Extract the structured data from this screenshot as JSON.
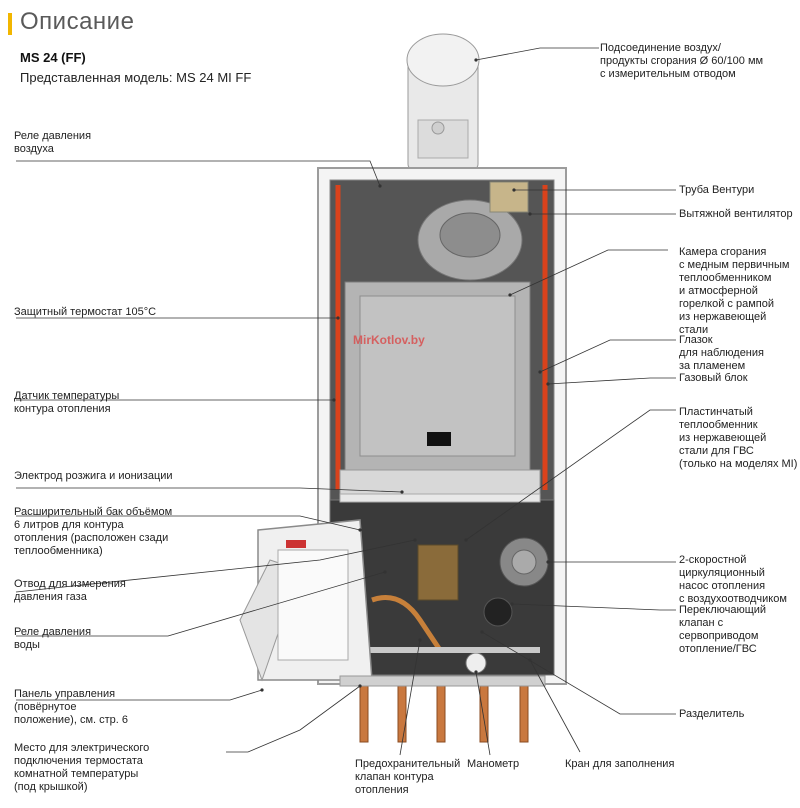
{
  "header": {
    "title": "Описание",
    "model": "MS 24 (FF)",
    "submodel": "Представленная модель: MS 24 MI FF",
    "accent_color": "#f2b600"
  },
  "watermark": "MirKotlov.by",
  "labels": {
    "flue": "Подсоединение воздух/\nпродукты сгорания Ø 60/100 мм\nс измерительным отводом",
    "air_pressure_relay": "Реле давления\nвоздуха",
    "venturi": "Труба Вентури",
    "exhaust_fan": "Вытяжной вентилятор",
    "combustion_chamber": "Камера сгорания\nс медным первичным\nтеплообменником\nи атмосферной\nгорелкой с рампой\nиз нержавеющей\nстали",
    "safety_thermostat": "Защитный термостат 105°C",
    "peephole": "Глазок\nдля наблюдения\nза пламенем",
    "gas_block": "Газовый блок",
    "heating_temp_sensor": "Датчик температуры\nконтура отопления",
    "plate_exchanger": "Пластинчатый\nтеплообменник\nиз нержавеющей\nстали для ГВС\n(только на моделях MI)",
    "ignition_electrode": "Электрод розжига и ионизации",
    "expansion_tank": "Расширительный бак объёмом\n6 литров для контура\nотопления (расположен сзади\nтеплообменника)",
    "gas_pressure_tap": "Отвод для измерения\nдавления газа",
    "pump": "2-скоростной\nциркуляционный\nнасос отопления\nс воздухоотводчиком",
    "water_pressure_relay": "Реле давления\nводы",
    "diverter_valve": "Переключающий\nклапан с\nсервоприводом\nотопление/ГВС",
    "control_panel": "Панель управления\n(повёрнутое\nположение), см. стр. 6",
    "separator": "Разделитель",
    "thermostat_connection": "Место для электрического\nподключения термостата\nкомнатной температуры\n(под крышкой)",
    "safety_valve": "Предохранительный\nклапан контура\nотопления",
    "manometer": "Манометр",
    "fill_tap": "Кран для заполнения"
  }
}
